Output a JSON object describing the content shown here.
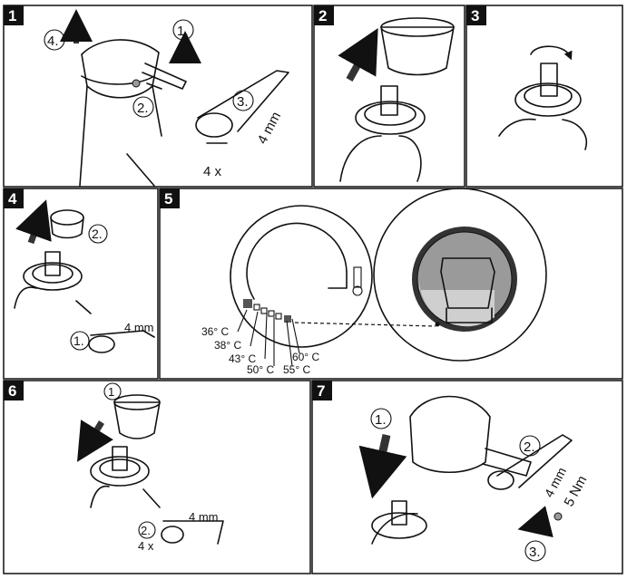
{
  "steps": [
    {
      "number": "1",
      "callouts": [
        "1.",
        "2.",
        "3.",
        "4."
      ],
      "wrench_size": "4 mm",
      "turns": "4 x"
    },
    {
      "number": "2"
    },
    {
      "number": "3"
    },
    {
      "number": "4",
      "callouts": [
        "1.",
        "2."
      ],
      "wrench_size": "4 mm"
    },
    {
      "number": "5",
      "temperatures": [
        "36° C",
        "38° C",
        "43° C",
        "50° C",
        "55° C",
        "60° C"
      ]
    },
    {
      "number": "6",
      "callouts": [
        "1",
        "2."
      ],
      "wrench_size": "4 mm",
      "turns": "4 x"
    },
    {
      "number": "7",
      "callouts": [
        "1.",
        "2.",
        "3."
      ],
      "wrench_size": "4 mm",
      "torque": "5 Nm"
    }
  ],
  "colors": {
    "frame": "#111111",
    "badge": "#111111",
    "arrow": "#333333",
    "ring_gray": "#9a9a9a",
    "marker_gray": "#cfcfcf"
  }
}
